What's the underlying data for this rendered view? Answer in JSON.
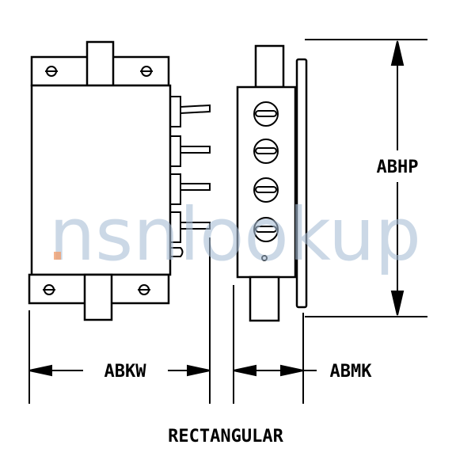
{
  "dimensions": {
    "width_label": "ABKW",
    "depth_label": "ABMK",
    "height_label": "ABHP"
  },
  "caption": "RECTANGULAR",
  "watermark": "nsnlookup",
  "colors": {
    "line": "#000000",
    "watermark": "#a9bfd6",
    "watermark_dot": "#f0a070"
  }
}
